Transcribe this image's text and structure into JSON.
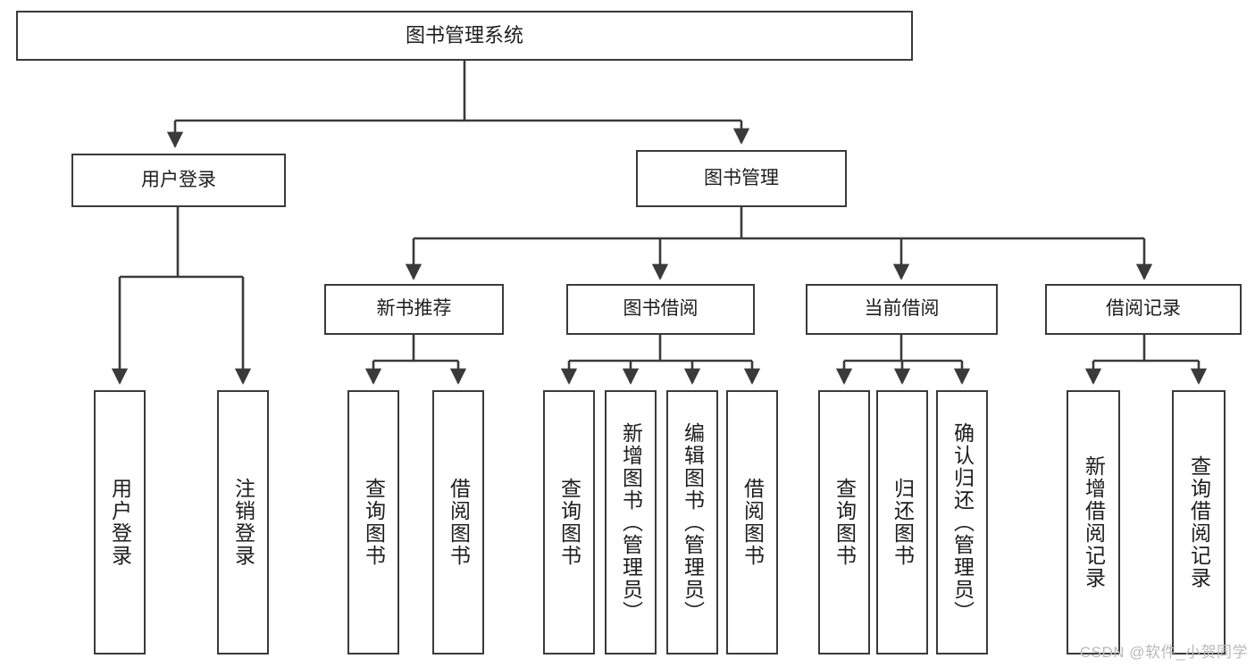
{
  "diagram": {
    "title": "图书管理系统",
    "type": "tree-hierarchy",
    "root": {
      "label": "图书管理系统"
    },
    "level1": [
      {
        "label": "用户登录"
      },
      {
        "label": "图书管理"
      }
    ],
    "level2": [
      {
        "label": "新书推荐"
      },
      {
        "label": "图书借阅"
      },
      {
        "label": "当前借阅"
      },
      {
        "label": "借阅记录"
      }
    ],
    "leaves": {
      "user_login": [
        {
          "label": "用户登录"
        },
        {
          "label": "注销登录"
        }
      ],
      "new_book_recommend": [
        {
          "label": "查询图书"
        },
        {
          "label": "借阅图书"
        }
      ],
      "book_borrow": [
        {
          "label": "查询图书"
        },
        {
          "label": "新增图书（管理员）"
        },
        {
          "label": "编辑图书（管理员）"
        },
        {
          "label": "借阅图书"
        }
      ],
      "current_borrow": [
        {
          "label": "查询图书"
        },
        {
          "label": "归还图书"
        },
        {
          "label": "确认归还（管理员）"
        }
      ],
      "borrow_record": [
        {
          "label": "新增借阅记录"
        },
        {
          "label": "查询借阅记录"
        }
      ]
    },
    "watermark": "CSDN @软件_小贺同学",
    "colors": {
      "stroke": "#3a3a3a",
      "text": "#1d1d1d",
      "background": "#ffffff",
      "watermark": "#b9b9b9"
    }
  }
}
